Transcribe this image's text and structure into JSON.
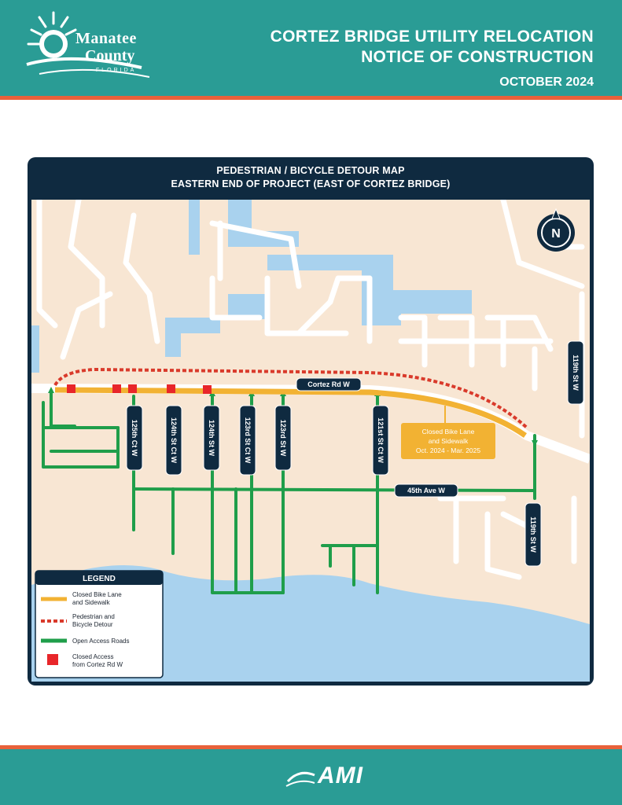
{
  "header": {
    "logo_line1": "Manatee",
    "logo_line2": "County",
    "logo_line3": "FLORIDA",
    "title_line1": "CORTEZ BRIDGE UTILITY RELOCATION",
    "title_line2": "NOTICE OF CONSTRUCTION",
    "date": "OCTOBER 2024"
  },
  "map": {
    "title_line1": "PEDESTRIAN / BICYCLE DETOUR MAP",
    "title_line2": "EASTERN END OF PROJECT (EAST OF CORTEZ BRIDGE)",
    "north_label": "N",
    "streets": {
      "cortez_rd": "Cortez Rd W",
      "st_125th": "125th Ct W",
      "st_124th_ct": "124th St Ct W",
      "st_124th": "124th St W",
      "st_123rd_ct": "123rd St Ct W",
      "st_123rd": "123rd St W",
      "st_121st": "121st St Ct W",
      "ave_45th": "45th Ave W",
      "st_119th_north": "119th St W",
      "st_119th_south": "119th St W"
    },
    "annotation": {
      "line1": "Closed Bike Lane",
      "line2": "and Sidewalk",
      "line3": "Oct. 2024 - Mar. 2025"
    },
    "legend": {
      "title": "LEGEND",
      "items": [
        {
          "line1": "Closed Bike Lane",
          "line2": "and Sidewalk",
          "symbol": "closed-lane",
          "color": "#f2b233"
        },
        {
          "line1": "Pedestrian and",
          "line2": "Bicycle Detour",
          "symbol": "detour",
          "color": "#d93a2b"
        },
        {
          "line1": "Open Access Roads",
          "line2": "",
          "symbol": "open-road",
          "color": "#1f9e4a"
        },
        {
          "line1": "Closed Access",
          "line2": "from Cortez Rd W",
          "symbol": "closed-access",
          "color": "#e8262a"
        }
      ]
    },
    "colors": {
      "land": "#f8e6d3",
      "water": "#a9d2ee",
      "road": "#ffffff",
      "open_road": "#1f9e4a",
      "closed_lane": "#f2b233",
      "detour": "#d93a2b",
      "closed_access": "#e8262a",
      "label_bg": "#0f2a40"
    }
  },
  "footer": {
    "brand": "AMI"
  }
}
